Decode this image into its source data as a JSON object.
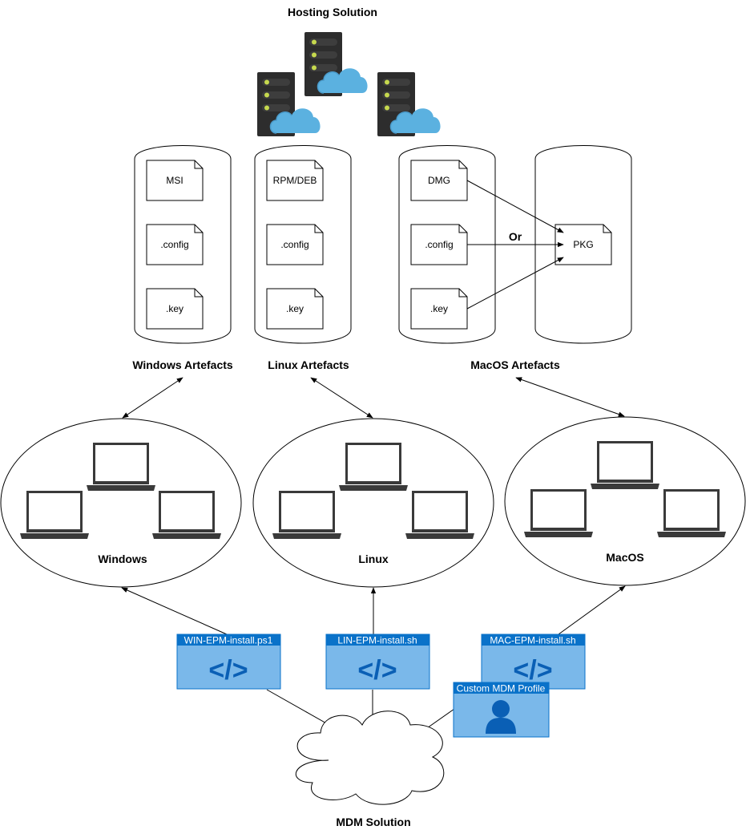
{
  "title": "Hosting Solution",
  "repos": {
    "windows": {
      "label": "Windows Artefacts",
      "files": [
        "MSI",
        ".config",
        ".key"
      ]
    },
    "linux": {
      "label": "Linux Artefacts",
      "files": [
        "RPM/DEB",
        ".config",
        ".key"
      ]
    },
    "macos": {
      "label": "MacOS Artefacts",
      "files": [
        "DMG",
        ".config",
        ".key"
      ],
      "pkg": "PKG",
      "or_label": "Or"
    }
  },
  "groups": {
    "windows": "Windows",
    "linux": "Linux",
    "macos": "MacOS"
  },
  "scripts": {
    "windows": "WIN-EPM-install.ps1",
    "linux": "LIN-EPM-install.sh",
    "macos": "MAC-EPM-install.sh",
    "profile": "Custom MDM Profile",
    "code_glyph": "</>"
  },
  "mdm": {
    "label": "MDM Solution"
  },
  "colors": {
    "server": "#2d2d2d",
    "server_led": "#c6d94e",
    "cloud": "#5bb1e0",
    "script_fill": "#7ab8ea",
    "script_header": "#0a72c9",
    "script_icon": "#0a5fb5"
  }
}
